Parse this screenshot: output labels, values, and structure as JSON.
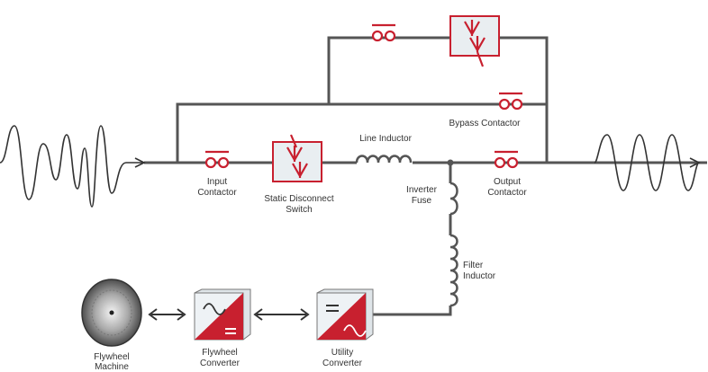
{
  "labels": {
    "bypass_contactor": "Bypass Contactor",
    "line_inductor": "Line Inductor",
    "input_contactor_1": "Input",
    "input_contactor_2": "Contactor",
    "static_switch_1": "Static Disconnect",
    "static_switch_2": "Switch",
    "inverter_fuse_1": "Inverter",
    "inverter_fuse_2": "Fuse",
    "output_contactor_1": "Output",
    "output_contactor_2": "Contactor",
    "filter_inductor_1": "Filter",
    "filter_inductor_2": "Inductor",
    "flywheel_machine_1": "Flywheel",
    "flywheel_machine_2": "Machine",
    "flywheel_converter_1": "Flywheel",
    "flywheel_converter_2": "Converter",
    "utility_converter_1": "Utility",
    "utility_converter_2": "Converter"
  },
  "icons": {
    "input_wave": "distorted-sine-wave-icon",
    "output_wave": "clean-sine-wave-icon",
    "contactor": "contactor-icon",
    "switch": "static-switch-thyristor-icon",
    "inductor": "inductor-coil-icon",
    "flywheel": "flywheel-disc-icon",
    "converter": "converter-icon",
    "arrow": "double-arrow-icon"
  },
  "colors": {
    "wire": "#555555",
    "accent_red": "#c8202f",
    "box_fill": "#e9eef1",
    "text": "#333333"
  }
}
